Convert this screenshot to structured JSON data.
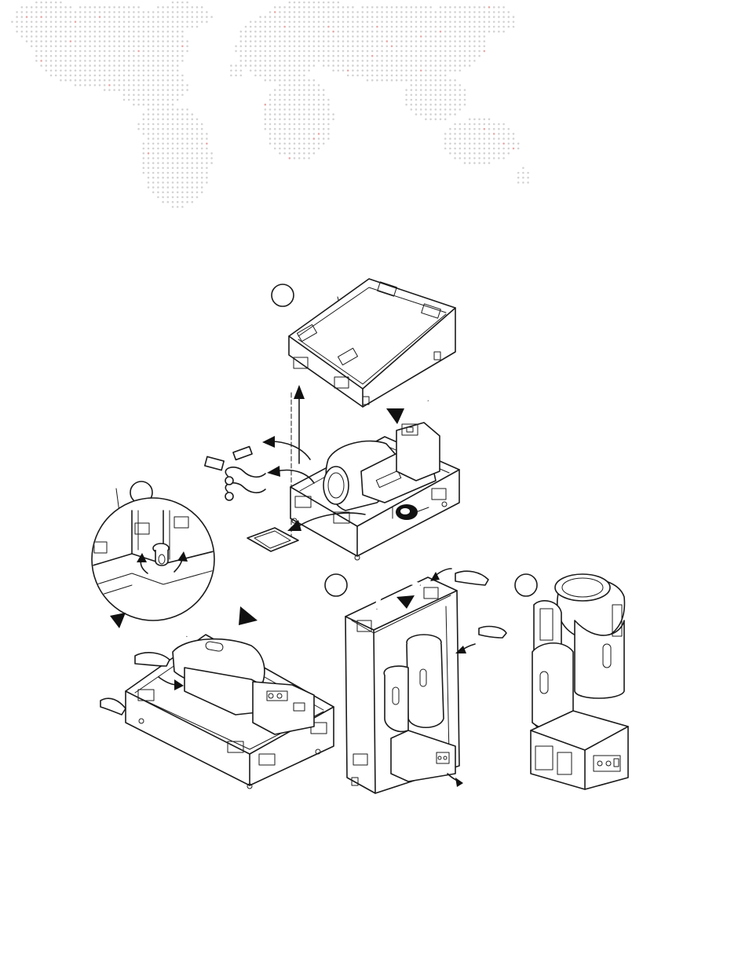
{
  "background": {
    "icon": "world-map-dot-pattern",
    "dot_color": "#d3d3d3",
    "accent_dot_color": "#e8a8a8"
  },
  "diagram": {
    "line_color": "#1a1a1a",
    "icons": {
      "step_1": "road-case-lid-removal",
      "step_2": "caster-lock-detail",
      "step_3": "tilt-case-upright",
      "step_4": "fixture-standing",
      "accessories": "cable-safety-cables-manual"
    }
  }
}
